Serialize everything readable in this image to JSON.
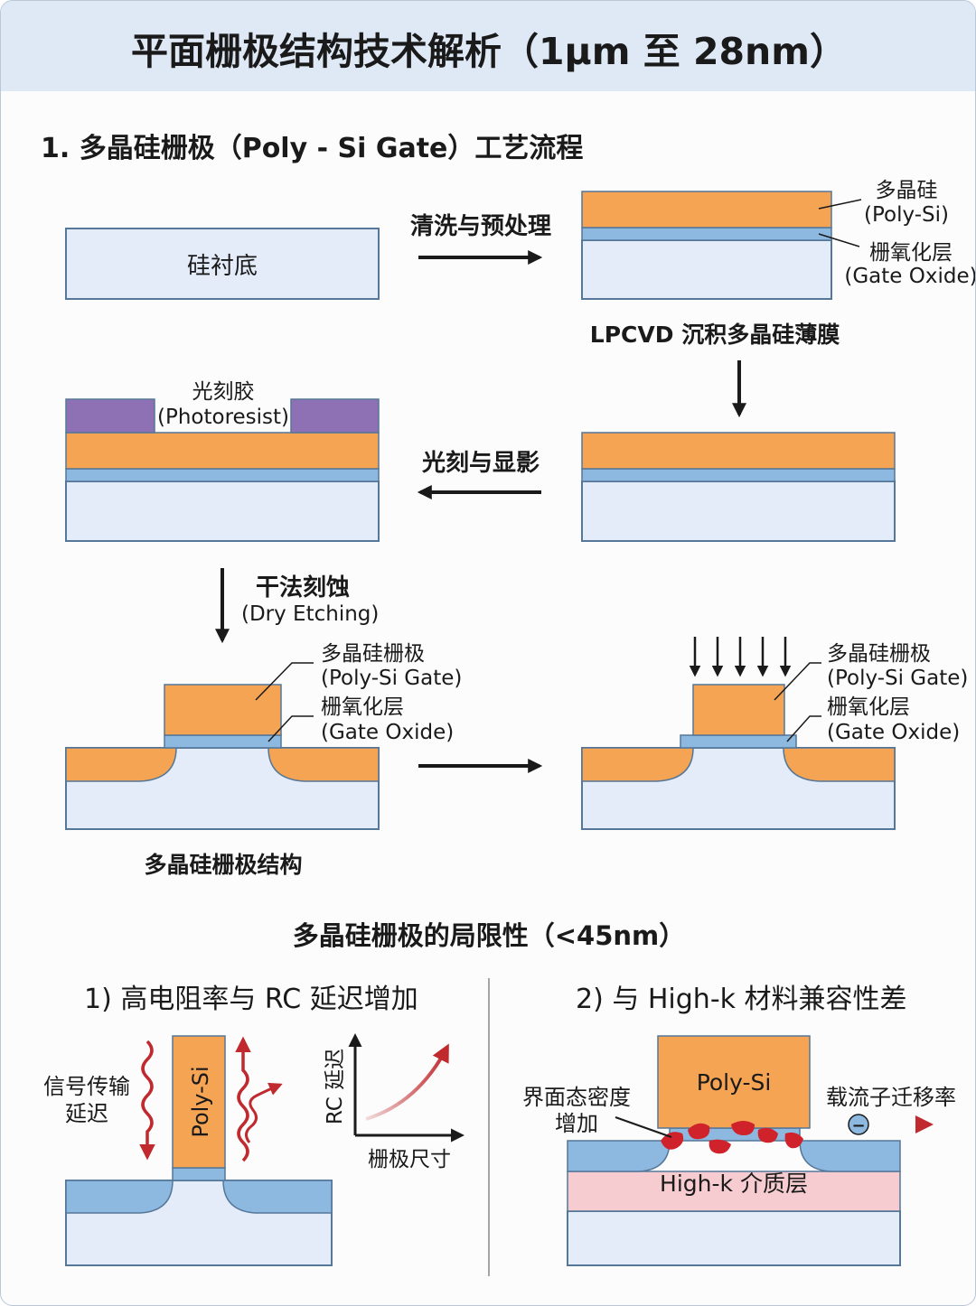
{
  "title": "平面栅极结构技术解析（1μm 至 28nm）",
  "section1": {
    "title": "1. 多晶硅栅极（Poly - Si Gate）工艺流程",
    "step1_label": "硅衬底",
    "step1_arrow": "清洗与预处理",
    "step2_poly_line1": "多晶硅",
    "step2_poly_line2": "(Poly-Si)",
    "step2_oxide_line1": "栅氧化层",
    "step2_oxide_line2": "(Gate Oxide)",
    "step2_caption": "LPCVD 沉积多晶硅薄膜",
    "step3_arrow": "光刻与显影",
    "photoresist_line1": "光刻胶",
    "photoresist_line2": "(Photoresist)",
    "etch_line1": "干法刻蚀",
    "etch_line2": "(Dry Etching)",
    "gate_line1": "多晶硅栅极",
    "gate_line2": "(Poly-Si Gate)",
    "oxide_line1": "栅氧化层",
    "oxide_line2": "(Gate Oxide)",
    "gate_r_line1": "多晶硅栅极",
    "gate_r_line2": "(Poly-Si Gate)",
    "oxide_r_line1": "栅氧化层",
    "oxide_r_line2": "(Gate Oxide)",
    "structure_caption": "多晶硅栅极结构"
  },
  "limits": {
    "title": "多晶硅栅极的局限性（<45nm）",
    "item1_title": "1) 高电阻率与 RC 延迟增加",
    "signal_line1": "信号传输",
    "signal_line2": "延迟",
    "polysi_vertical": "Poly-Si",
    "rc_axis": "RC 延迟",
    "gate_axis": "栅极尺寸",
    "item2_title": "2) 与 High-k 材料兼容性差",
    "polysi": "Poly-Si",
    "interface_line1": "界面态密度",
    "interface_line2": "增加",
    "mobility": "载流子迁移率",
    "minus": "−",
    "highk": "High-k 介质层"
  },
  "colors": {
    "substrate": "#e3ecf8",
    "oxide": "#8db8e0",
    "poly": "#f5a453",
    "photoresist": "#8e70b4",
    "highk": "#f6ccd0",
    "arrow_red": "#c0292d",
    "title_bar": "#dfe9f6",
    "outline": "#557799"
  },
  "icons": [
    "right-arrow-icon",
    "down-arrow-icon",
    "left-arrow-icon",
    "wavy-delay-icon",
    "defect-icon",
    "electron-icon"
  ]
}
